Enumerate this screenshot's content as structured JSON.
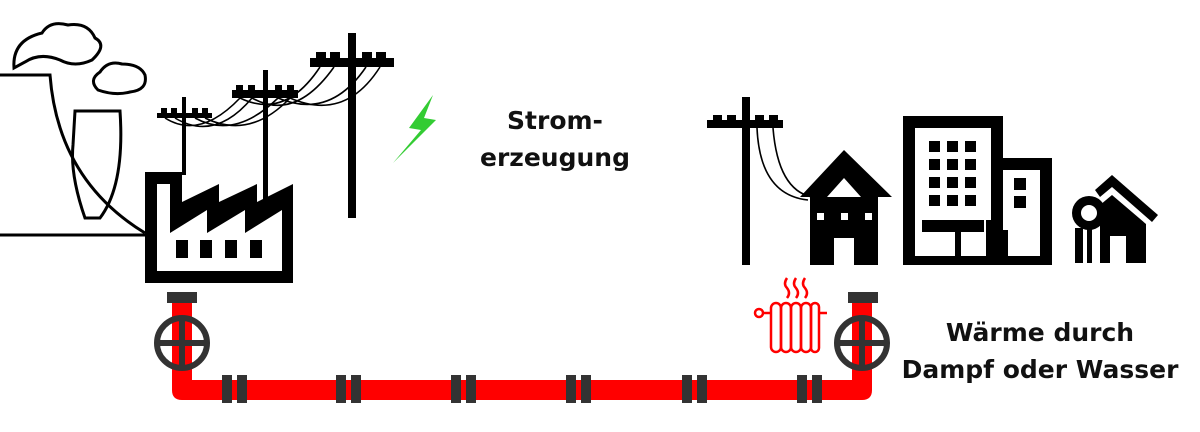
{
  "labels": {
    "power_line1": "Strom-",
    "power_line2": "erzeugung",
    "heat_line1": "Wärme durch",
    "heat_line2": "Dampf oder Wasser"
  },
  "colors": {
    "pipe": "#ff0000",
    "flange": "#333333",
    "lightning": "#33cc33",
    "icons": "#000000"
  }
}
